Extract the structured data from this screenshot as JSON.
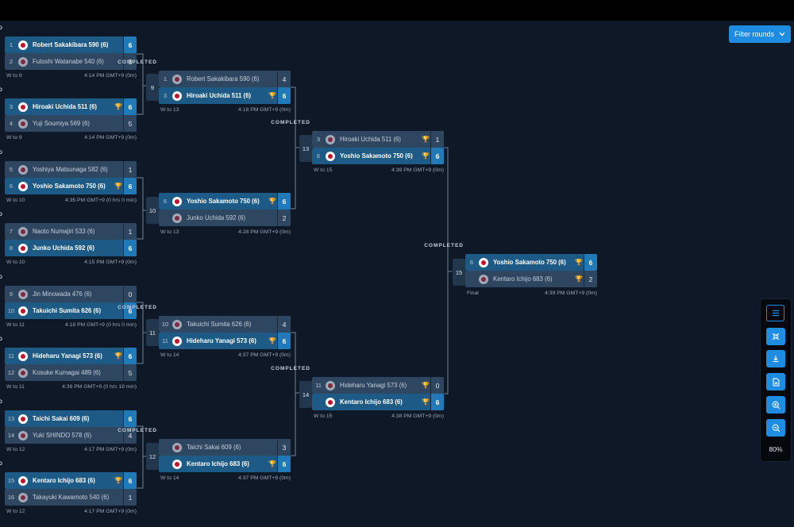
{
  "filter": {
    "label": "Filter rounds"
  },
  "zoom": "80%",
  "status_label": "COMPLETED",
  "matches": {
    "m1": {
      "p1": {
        "seed": "1",
        "name": "Robert Sakakibara 590 (6)",
        "score": "6"
      },
      "p2": {
        "seed": "2",
        "name": "Futoshi Watanabe 540 (6)",
        "score": "3"
      },
      "next": "W to 9",
      "time": "4:14 PM GMT+9 (0m)"
    },
    "m2": {
      "p1": {
        "seed": "3",
        "name": "Hiroaki Uchida 511 (6)",
        "score": "6"
      },
      "p2": {
        "seed": "4",
        "name": "Yuji Soumiya 569 (6)",
        "score": "5"
      },
      "next": "W to 9",
      "time": "4:14 PM GMT+9 (0m)"
    },
    "m3": {
      "p1": {
        "seed": "5",
        "name": "Yoshiya Matsunaga 582 (6)",
        "score": "1"
      },
      "p2": {
        "seed": "6",
        "name": "Yoshio Sakamoto 750 (6)",
        "score": "6"
      },
      "next": "W to 10",
      "time": "4:35 PM GMT+9 (0 hrs 0 min)"
    },
    "m4": {
      "p1": {
        "seed": "7",
        "name": "Naoto Numajiri 533 (6)",
        "score": "1"
      },
      "p2": {
        "seed": "8",
        "name": "Junko Uchida 592 (6)",
        "score": "6"
      },
      "next": "W to 10",
      "time": "4:15 PM GMT+9 (0m)"
    },
    "m5": {
      "p1": {
        "seed": "9",
        "name": "Jin Minowada 476 (6)",
        "score": "0"
      },
      "p2": {
        "seed": "10",
        "name": "Takuichi Sumita 626 (6)",
        "score": "6"
      },
      "next": "W to 11",
      "time": "4:18 PM GMT+9 (0 hrs 0 min)"
    },
    "m6": {
      "p1": {
        "seed": "11",
        "name": "Hideharu Yanagi 573 (6)",
        "score": "6"
      },
      "p2": {
        "seed": "12",
        "name": "Kosuke Kumagai 489 (6)",
        "score": "5"
      },
      "next": "W to 11",
      "time": "4:36 PM GMT+9 (0 hrs 19 min)"
    },
    "m7": {
      "p1": {
        "seed": "13",
        "name": "Taichi Sakai 609 (6)",
        "score": "6"
      },
      "p2": {
        "seed": "14",
        "name": "Yuki SHINDO 578 (6)",
        "score": "4"
      },
      "next": "W to 12",
      "time": "4:17 PM GMT+9 (0m)"
    },
    "m8": {
      "p1": {
        "seed": "15",
        "name": "Kentaro Ichijo 683 (6)",
        "score": "6"
      },
      "p2": {
        "seed": "16",
        "name": "Takayuki Kawamoto 540 (6)",
        "score": "1"
      },
      "next": "W to 12",
      "time": "4:17 PM GMT+9 (0m)"
    },
    "m9": {
      "num": "9",
      "p1": {
        "seed": "1",
        "name": "Robert Sakakibara 590 (6)",
        "score": "4"
      },
      "p2": {
        "seed": "3",
        "name": "Hiroaki Uchida 511 (6)",
        "score": "6"
      },
      "next": "W to 13",
      "time": "4:18 PM GMT+9 (0m)"
    },
    "m10": {
      "num": "10",
      "p1": {
        "seed": "6",
        "name": "Yoshio Sakamoto 750 (6)",
        "score": "6"
      },
      "p2": {
        "seed": "",
        "name": "Junko Uchida 592 (6)",
        "score": "2"
      },
      "next": "W to 13",
      "time": "4:28 PM GMT+9 (0m)"
    },
    "m11": {
      "num": "11",
      "p1": {
        "seed": "10",
        "name": "Takuichi Sumita 626 (6)",
        "score": "4"
      },
      "p2": {
        "seed": "11",
        "name": "Hideharu Yanagi 573 (6)",
        "score": "6"
      },
      "next": "W to 14",
      "time": "4:37 PM GMT+9 (0m)"
    },
    "m12": {
      "num": "12",
      "p1": {
        "seed": "",
        "name": "Taichi Sakai 609 (6)",
        "score": "3"
      },
      "p2": {
        "seed": "",
        "name": "Kentaro Ichijo 683 (6)",
        "score": "6"
      },
      "next": "W to 14",
      "time": "4:37 PM GMT+9 (0m)"
    },
    "m13": {
      "num": "13",
      "p1": {
        "seed": "3",
        "name": "Hiroaki Uchida 511 (6)",
        "score": "1"
      },
      "p2": {
        "seed": "6",
        "name": "Yoshio Sakamoto 750 (6)",
        "score": "6"
      },
      "next": "W to 15",
      "time": "4:39 PM GMT+9 (0m)"
    },
    "m14": {
      "num": "14",
      "p1": {
        "seed": "11",
        "name": "Hideharu Yanagi 573 (6)",
        "score": "0"
      },
      "p2": {
        "seed": "",
        "name": "Kentaro Ichijo 683 (6)",
        "score": "6"
      },
      "next": "W to 15",
      "time": "4:38 PM GMT+9 (0m)"
    },
    "m15": {
      "num": "15",
      "p1": {
        "seed": "6",
        "name": "Yoshio Sakamoto 750 (6)",
        "score": "6"
      },
      "p2": {
        "seed": "",
        "name": "Kentaro Ichijo 683 (6)",
        "score": "2"
      },
      "next": "Final",
      "time": "4:39 PM GMT+9 (0m)"
    }
  },
  "icons": {
    "trophy": "trophy-icon",
    "flag": "japan-flag-icon"
  },
  "colors": {
    "accent": "#1e8ce0",
    "winner_row": "#1d5a85",
    "background": "#0e1826"
  }
}
